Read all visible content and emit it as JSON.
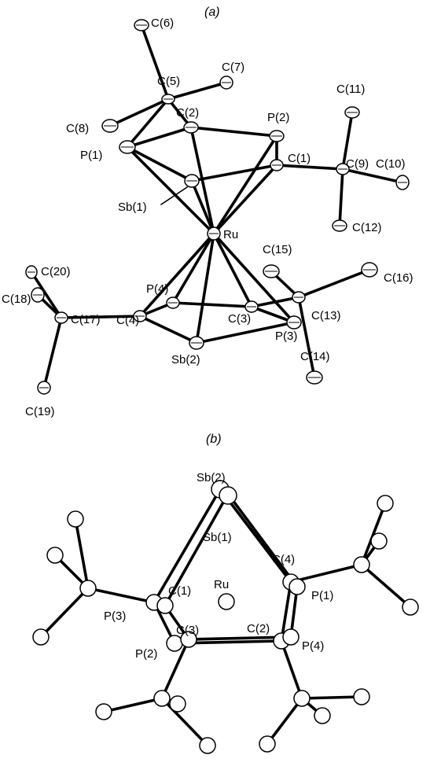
{
  "panels": {
    "a": {
      "label": "(a)"
    },
    "b": {
      "label": "(b)"
    }
  },
  "labels_a": {
    "C6": "C(6)",
    "C5": "C(5)",
    "C7": "C(7)",
    "C8": "C(8)",
    "C2": "C(2)",
    "P2": "P(2)",
    "C11": "C(11)",
    "P1": "P(1)",
    "C1": "C(1)",
    "C9": "C(9)",
    "C10": "C(10)",
    "Sb1": "Sb(1)",
    "Ru": "Ru",
    "C12": "C(12)",
    "C15": "C(15)",
    "C16": "C(16)",
    "C20": "C(20)",
    "P4": "P(4)",
    "C18": "C(18)",
    "C17": "C(17)",
    "C4": "C(4)",
    "C3": "C(3)",
    "C13": "C(13)",
    "P3": "P(3)",
    "Sb2": "Sb(2)",
    "C14": "C(14)",
    "C19": "C(19)"
  },
  "labels_b": {
    "Sb2": "Sb(2)",
    "Sb1": "Sb(1)",
    "C4": "C(4)",
    "C1": "C(1)",
    "Ru": "Ru",
    "P1": "P(1)",
    "P3": "P(3)",
    "C3": "C(3)",
    "C2": "C(2)",
    "P4": "P(4)",
    "P2": "P(2)"
  }
}
